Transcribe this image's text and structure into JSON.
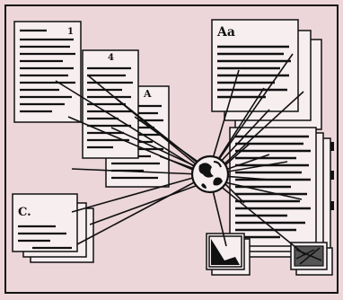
{
  "diagram": {
    "colors": {
      "background": "#ecd6da",
      "paper": "#f7eef0",
      "ink": "#111111"
    },
    "hub_icon": "globe-hub-icon",
    "labels": {
      "page_1": "1",
      "page_4": "4",
      "page_a": "A",
      "page_aa": "Aa",
      "page_c": "C."
    },
    "thumbnail_icons": [
      "picture-thumbnail-icon",
      "picture-thumbnail-icon"
    ]
  }
}
